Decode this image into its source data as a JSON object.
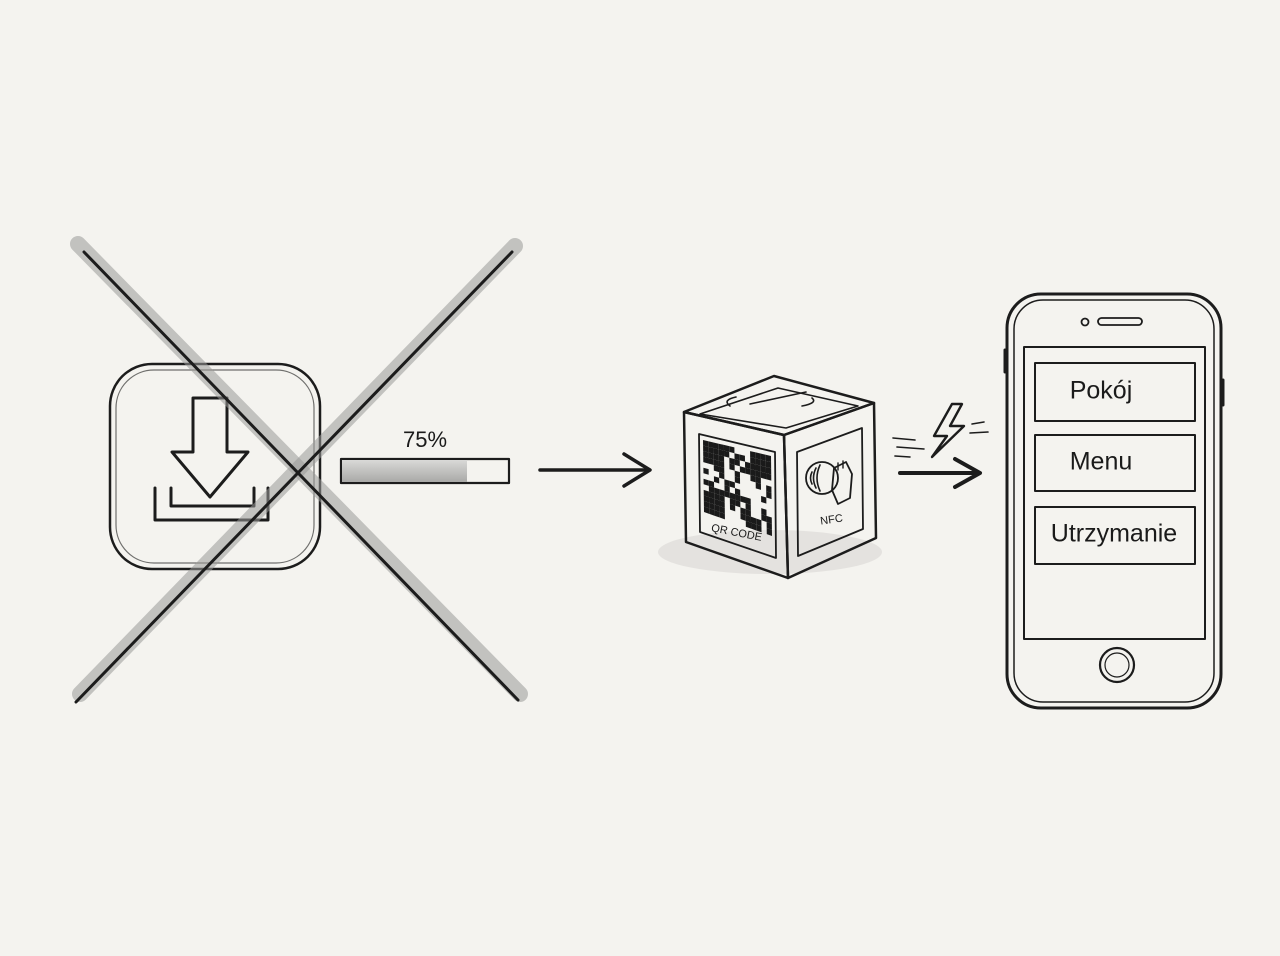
{
  "download": {
    "icon": "download-icon",
    "crossed_out": true,
    "progress_label": "75%",
    "progress": 0.75
  },
  "cube": {
    "qr_label": "QR CODE",
    "nfc_label": "NFC",
    "icons": [
      "qr-code-icon",
      "nfc-tap-icon"
    ]
  },
  "connector": {
    "icon": "lightning-icon"
  },
  "phone": {
    "buttons": [
      {
        "label": "Pokój"
      },
      {
        "label": "Menu"
      },
      {
        "label": "Utrzymanie"
      }
    ]
  },
  "colors": {
    "ink": "#1c1c1c",
    "paper": "#f4f3ef",
    "icon_fill": "#9a9a9a",
    "button_fill": "#e6e5e1"
  }
}
